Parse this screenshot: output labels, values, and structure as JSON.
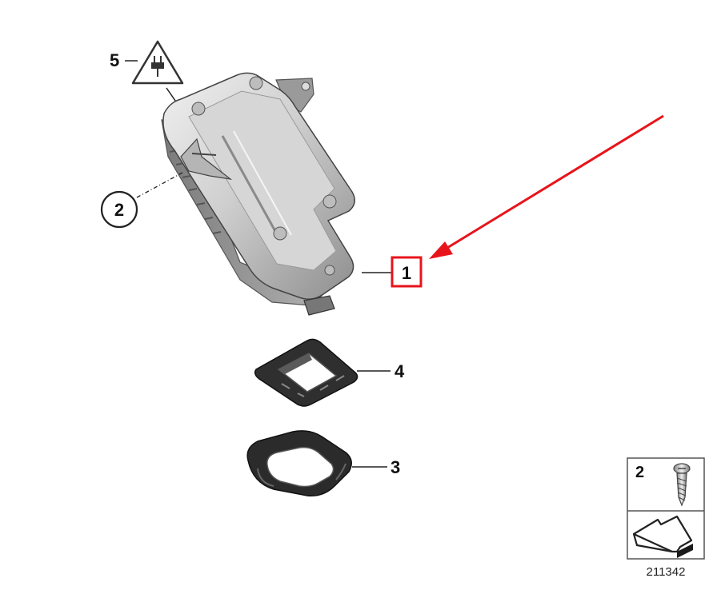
{
  "diagram": {
    "callouts": {
      "part1": "1",
      "part2": "2",
      "part3": "3",
      "part4": "4",
      "part5": "5"
    },
    "legend": {
      "screw_number": "2"
    },
    "reference_code": "211342",
    "colors": {
      "highlight_arrow": "#e8141b",
      "highlight_box": "#e8141b",
      "line": "#222222",
      "housing_fill": "#c9c9c9",
      "seal_fill": "#2b2b2b"
    },
    "icons": {
      "warning": "electrical-plug-warning-icon",
      "screw": "screw-icon",
      "direction": "forward-direction-arrow-icon"
    }
  }
}
